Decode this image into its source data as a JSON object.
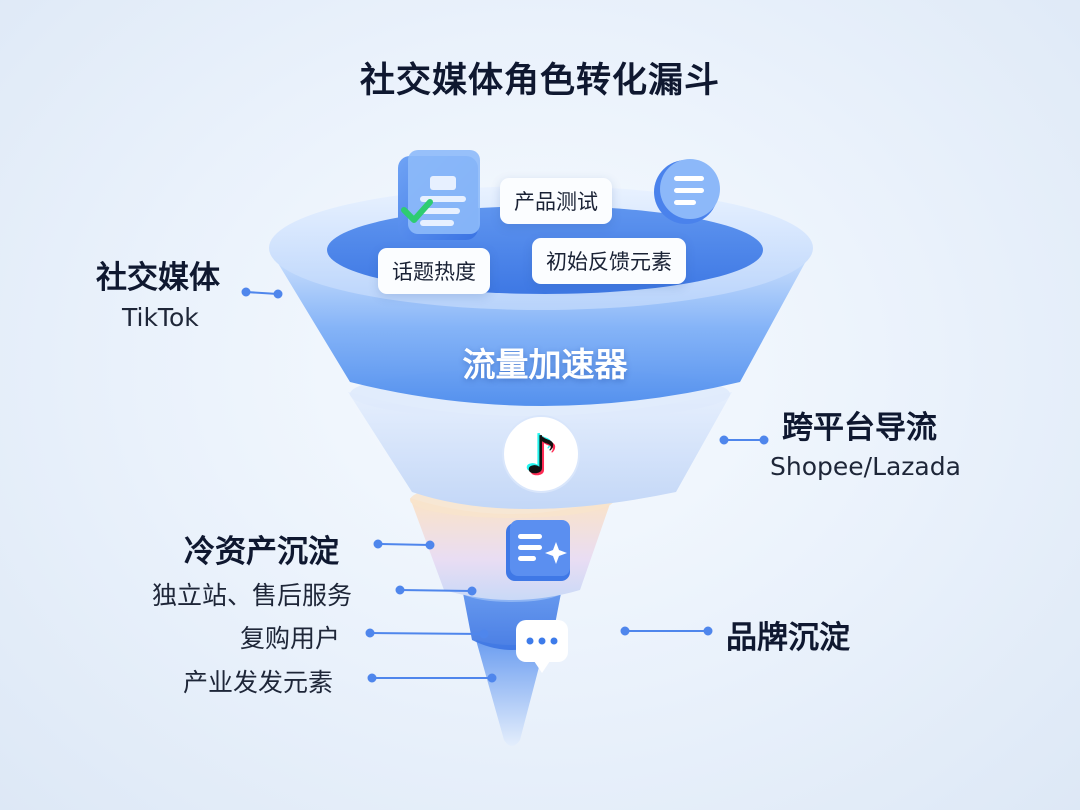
{
  "title": "社交媒体角色转化漏斗",
  "funnel_center_label": "流量加速器",
  "top_chips": [
    "产品测试",
    "话题热度",
    "初始反馈元素"
  ],
  "left_labels": {
    "social_media": "社交媒体",
    "tiktok": "TikTok",
    "cold_assets": "冷资产沉淀",
    "items": [
      "独立站、售后服务",
      "复购用户",
      "产业发发元素"
    ]
  },
  "right_labels": {
    "cross_platform": "跨平台导流",
    "shopee_lazada": "Shopee/Lazada",
    "brand": "品牌沉淀"
  },
  "colors": {
    "accent_blue": "#3d7bea",
    "connector": "#4f86ec",
    "layer_orange": "#f6d9b8"
  },
  "icons": [
    "document-check-icon",
    "chat-list-icon",
    "tiktok-logo-icon",
    "document-sparkle-icon",
    "chat-dots-icon"
  ]
}
